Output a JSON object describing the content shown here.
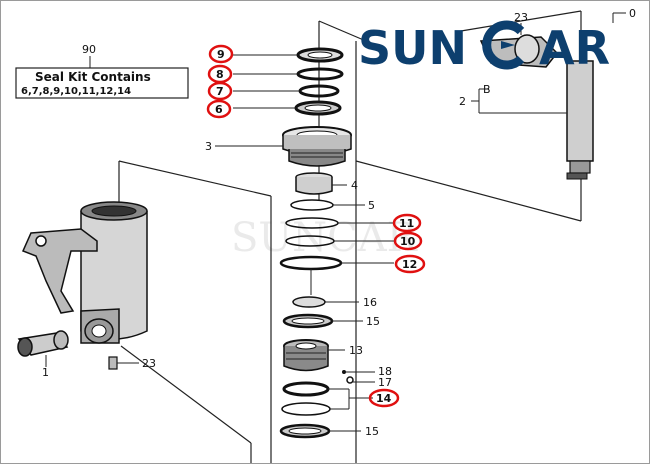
{
  "brand": {
    "left": "SUN",
    "right": "AR",
    "color": "#0d3f6e"
  },
  "watermark": "SUNCAR",
  "seal_kit": {
    "number": "90",
    "title": "Seal Kit Contains",
    "items": "6,7,8,9,10,11,12,14"
  },
  "callouts": {
    "n9": "9",
    "n8": "8",
    "n7": "7",
    "n6": "6",
    "n3": "3",
    "n4": "4",
    "n5": "5",
    "n11": "11",
    "n10": "10",
    "n12": "12",
    "n16": "16",
    "n15a": "15",
    "n13": "13",
    "n18": "18",
    "n17": "17",
    "n14": "14",
    "n15b": "15",
    "n1": "1",
    "n23a": "23",
    "n23b": "23",
    "n2": "2",
    "nB": "B",
    "n0": "0"
  },
  "highlight_color": "#e01010"
}
